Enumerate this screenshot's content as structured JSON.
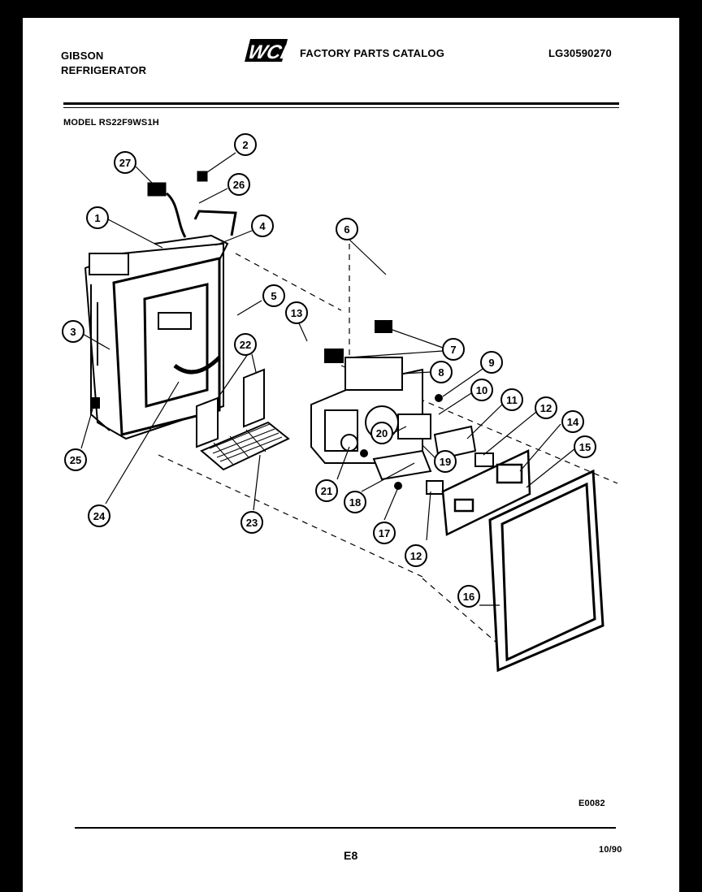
{
  "header": {
    "brand": "GIBSON",
    "product": "REFRIGERATOR",
    "logo_text": "WCI",
    "catalog_title": "FACTORY PARTS CATALOG",
    "catalog_number": "LG30590270",
    "model_label": "MODEL RS22F9WS1H"
  },
  "footer": {
    "diagram_code": "E0082",
    "page_code": "E8",
    "date": "10/90"
  },
  "callouts": [
    "1",
    "2",
    "3",
    "4",
    "5",
    "6",
    "7",
    "8",
    "9",
    "10",
    "11",
    "12",
    "12",
    "13",
    "14",
    "15",
    "16",
    "17",
    "18",
    "19",
    "20",
    "21",
    "22",
    "23",
    "24",
    "25",
    "26",
    "27"
  ]
}
